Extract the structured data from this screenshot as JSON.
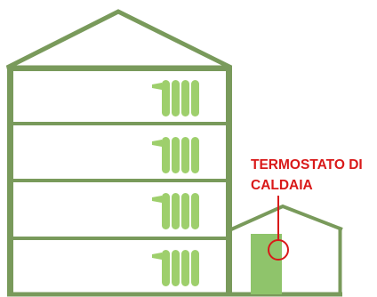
{
  "thermostat_label": {
    "line1": "TERMOSTATO DI",
    "line2": "CALDAIA"
  },
  "building": {
    "floor_count": 4
  },
  "colors": {
    "outline": "#799a5b",
    "radiator_fill": "#9ecf6c",
    "boiler_fill": "#8fc46b",
    "label": "#d91919",
    "marker": "#d91919"
  }
}
